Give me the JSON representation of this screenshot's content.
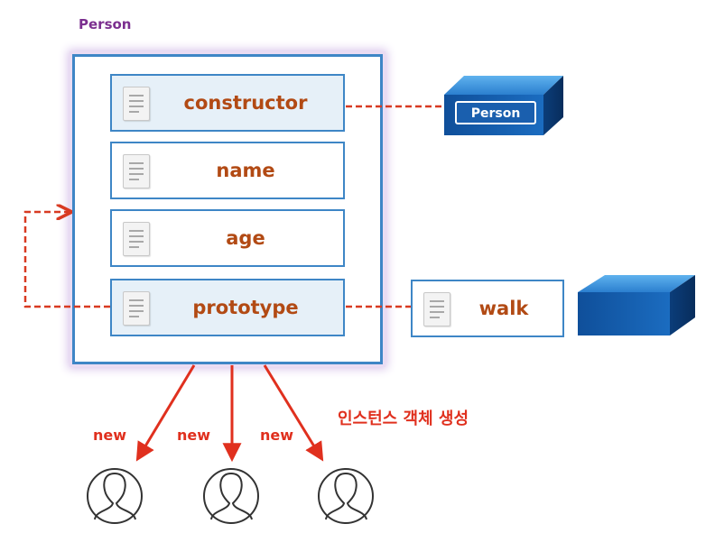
{
  "diagram": {
    "title": "Person",
    "properties": [
      {
        "label": "constructor"
      },
      {
        "label": "name"
      },
      {
        "label": "age"
      },
      {
        "label": "prototype"
      }
    ],
    "constructor_box_label": "Person",
    "prototype_object": {
      "label": "walk"
    },
    "new_labels": [
      "new",
      "new",
      "new"
    ],
    "instances_caption": "인스턴스 객체 생성",
    "colors": {
      "title": "#7b2f8f",
      "border": "#3e86c6",
      "property_text": "#b24a14",
      "arrow": "#e0301e",
      "dashed_link": "#d83a22"
    }
  }
}
